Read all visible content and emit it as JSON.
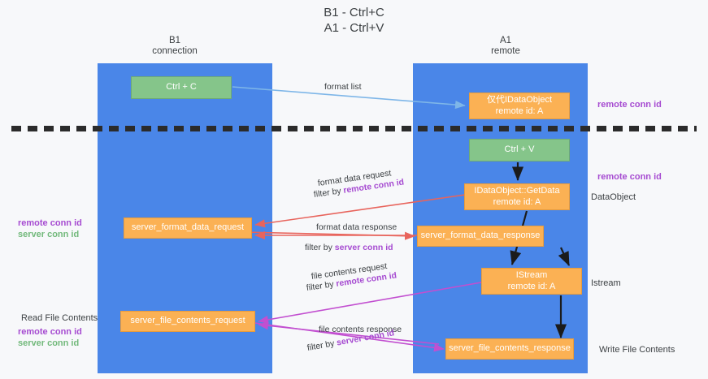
{
  "title": {
    "line1": "B1 - Ctrl+C",
    "line2": "A1 - Ctrl+V"
  },
  "lanes": [
    {
      "id": "b1",
      "name": "B1",
      "sub": "connection",
      "color": "#4a86e8"
    },
    {
      "id": "a1",
      "name": "A1",
      "sub": "remote",
      "color": "#4a86e8"
    }
  ],
  "nodes": {
    "ctrl_c": {
      "line1": "Ctrl + C",
      "line2": "",
      "color": "#85c58a"
    },
    "idataobject": {
      "line1": "仅代IDataObject",
      "line2": "remote id: A",
      "color": "#fbb154"
    },
    "ctrl_v": {
      "line1": "Ctrl + V",
      "line2": "",
      "color": "#85c58a"
    },
    "getdata": {
      "line1": "IDataObject::GetData",
      "line2": "remote id: A",
      "color": "#fbb154"
    },
    "server_format_data_request": {
      "line1": "server_format_data_request",
      "line2": "",
      "color": "#fbb154"
    },
    "server_format_data_response": {
      "line1": "server_format_data_response",
      "line2": "",
      "color": "#fbb154"
    },
    "istream": {
      "line1": "IStream",
      "line2": "remote id: A",
      "color": "#fbb154"
    },
    "server_file_contents_request": {
      "line1": "server_file_contents_request",
      "line2": "",
      "color": "#fbb154"
    },
    "server_file_contents_response": {
      "line1": "server_file_contents_response",
      "line2": "",
      "color": "#fbb154"
    }
  },
  "edge_labels": {
    "format_list": "format list",
    "format_data_request": "format data request",
    "format_data_request_filter_prefix": "filter by ",
    "format_data_request_filter_key": "remote conn id",
    "format_data_response": "format data response",
    "format_data_response_filter_prefix": "filter by ",
    "format_data_response_filter_key": "server conn id",
    "file_contents_request": "file contents request",
    "file_contents_request_filter_prefix": "filter by ",
    "file_contents_request_filter_key": "remote conn id",
    "file_contents_response": "file contents response",
    "file_contents_response_filter_prefix": "filter by ",
    "file_contents_response_filter_key": "server conn id"
  },
  "annotations": {
    "right_remote_conn_id_top": "remote conn id",
    "right_remote_conn_id_mid": "remote conn id",
    "right_dataobject": "DataObject",
    "right_istream": "Istream",
    "right_write_file_contents": "Write File Contents",
    "left_remote_conn_id_mid": "remote conn id",
    "left_server_conn_id_mid": "server conn id",
    "left_read_file_contents": "Read File Contents",
    "left_remote_conn_id_bot": "remote conn id",
    "left_server_conn_id_bot": "server conn id"
  },
  "colors": {
    "lane": "#4a86e8",
    "green_node": "#85c58a",
    "orange_node": "#fbb154",
    "purple": "#a64bd1",
    "green_text": "#72b97b",
    "arrow_blue": "#7eb6e8",
    "arrow_red": "#e8645c",
    "arrow_magenta": "#c24fd0",
    "arrow_black": "#1b1b1b",
    "background": "#f7f8fa"
  }
}
